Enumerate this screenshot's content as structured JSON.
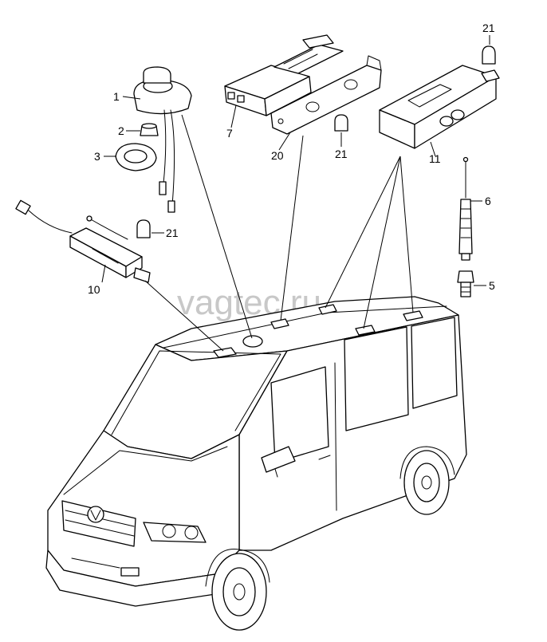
{
  "watermark": "vagtec.ru",
  "callouts": {
    "c1": "1",
    "c2": "2",
    "c3": "3",
    "c5": "5",
    "c6": "6",
    "c7": "7",
    "c10": "10",
    "c11": "11",
    "c20": "20",
    "c21a": "21",
    "c21b": "21",
    "c21c": "21"
  },
  "icons": {
    "vehicle": "minibus-line-drawing",
    "roof_antenna": "roof-antenna-base",
    "rod_antenna": "rod-antenna",
    "amplifier": "antenna-amplifier-box"
  }
}
